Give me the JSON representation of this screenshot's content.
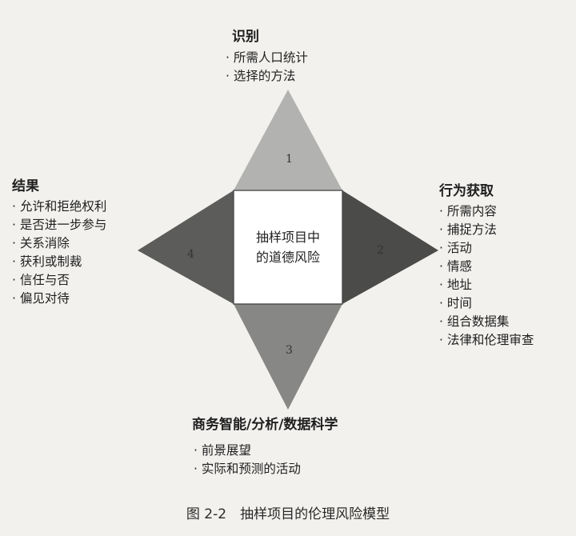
{
  "center": {
    "label": "抽样项目中的道德风险"
  },
  "triangles": [
    {
      "number": "1",
      "color": "#b2b2b1"
    },
    {
      "number": "2",
      "color": "#4b4b4a"
    },
    {
      "number": "3",
      "color": "#878786"
    },
    {
      "number": "4",
      "color": "#5c5c5b"
    }
  ],
  "top": {
    "title": "识别",
    "items": [
      "所需人口统计",
      "选择的方法"
    ]
  },
  "right": {
    "title": "行为获取",
    "items": [
      "所需内容",
      "捕捉方法",
      "活动",
      "情感",
      "地址",
      "时间",
      "组合数据集",
      "法律和伦理审查"
    ]
  },
  "bottom": {
    "title": "商务智能/分析/数据科学",
    "items": [
      "前景展望",
      "实际和预测的活动"
    ]
  },
  "left": {
    "title": "结果",
    "items": [
      "允许和拒绝权利",
      "是否进一步参与",
      "关系消除",
      "获利或制裁",
      "信任与否",
      "偏见对待"
    ]
  },
  "caption": "图 2-2　抽样项目的伦理风险模型"
}
